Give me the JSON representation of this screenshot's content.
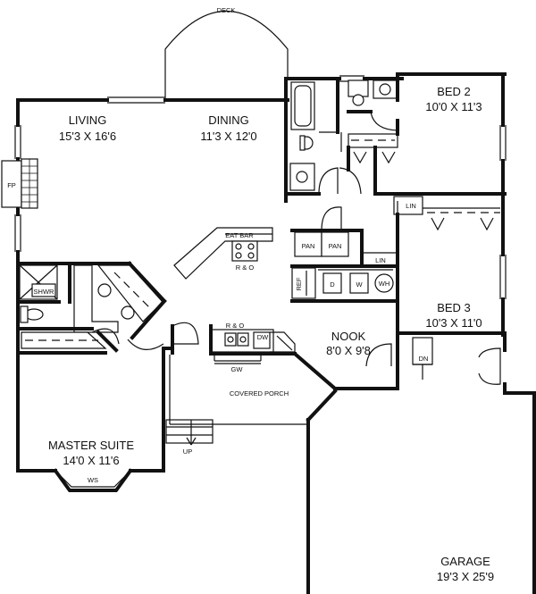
{
  "rooms": {
    "living": {
      "name": "LIVING",
      "dims": "15'3 X 16'6"
    },
    "dining": {
      "name": "DINING",
      "dims": "11'3 X 12'0"
    },
    "bed2": {
      "name": "BED 2",
      "dims": "10'0 X 11'3"
    },
    "bed3": {
      "name": "BED 3",
      "dims": "10'3 X 11'0"
    },
    "nook": {
      "name": "NOOK",
      "dims": "8'0 X 9'8"
    },
    "master": {
      "name": "MASTER SUITE",
      "dims": "14'0 X 11'6"
    },
    "garage": {
      "name": "GARAGE",
      "dims": "19'3 X 25'9"
    }
  },
  "labels": {
    "deck": "DECK",
    "fp": "FP",
    "eat_bar": "EAT BAR",
    "range_oven_1": "R & O",
    "range_oven_2": "R & O",
    "pan1": "PAN",
    "pan2": "PAN",
    "lin1": "LIN",
    "lin2": "LIN",
    "ref": "REF",
    "d": "D",
    "w": "W",
    "wh": "WH",
    "shwr": "SHWR",
    "dw": "DW",
    "gw": "GW",
    "covered_porch": "COVERED PORCH",
    "up": "UP",
    "dn": "DN",
    "ws": "WS"
  }
}
